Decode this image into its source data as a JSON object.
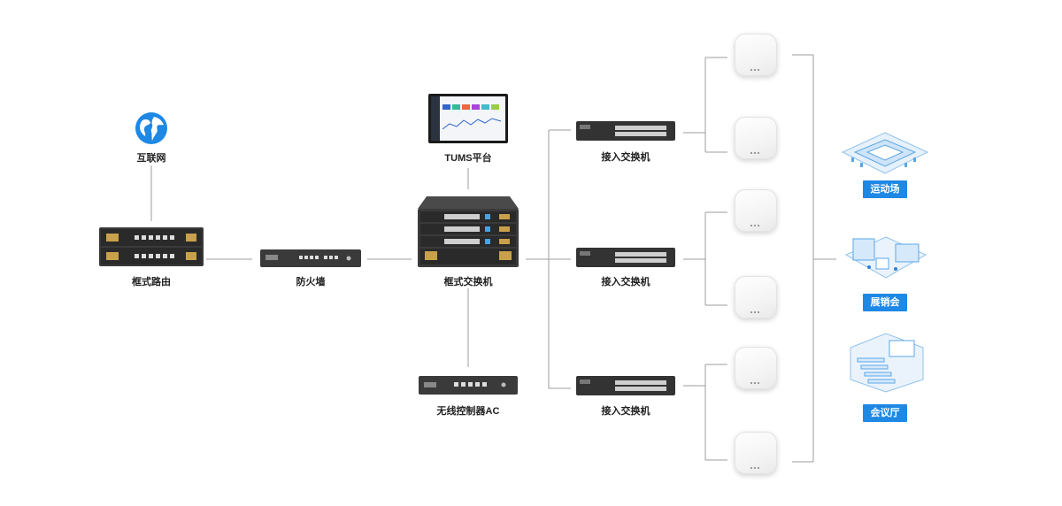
{
  "nodes": {
    "internet": "互联网",
    "router": "框式路由",
    "firewall": "防火墙",
    "tums": "TUMS平台",
    "core_switch": "框式交换机",
    "wireless_ac": "无线控制器AC",
    "access_switch_1": "接入交换机",
    "access_switch_2": "接入交换机",
    "access_switch_3": "接入交换机"
  },
  "scenes": {
    "stadium": "运动场",
    "exhibition": "展销会",
    "meeting_hall": "会议厅"
  },
  "colors": {
    "accent": "#1e88e5",
    "line": "#9e9e9e",
    "device_dark": "#2b2b2b"
  },
  "icons": [
    "globe-icon",
    "router-device",
    "firewall-device",
    "monitor-device",
    "core-switch-device",
    "ac-device",
    "access-switch-device",
    "access-point-device",
    "stadium-illustration",
    "exhibition-illustration",
    "meeting-hall-illustration"
  ]
}
